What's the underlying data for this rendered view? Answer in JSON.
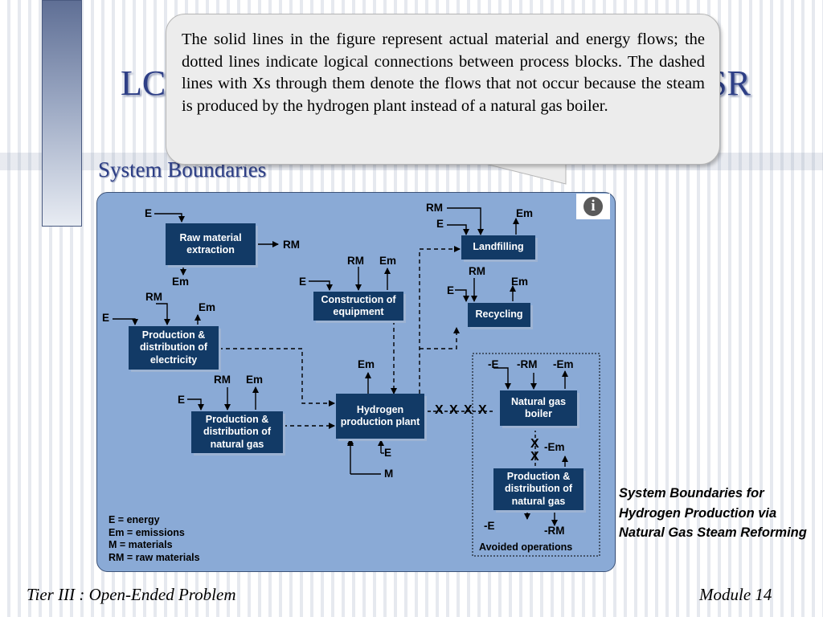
{
  "slide": {
    "title_left": "LC",
    "title_right": "SR",
    "subtitle": "System Boundaries",
    "callout_text": "The solid lines in the figure represent actual material and energy flows; the dotted lines indicate logical connections between process blocks. The dashed lines with Xs through them denote the flows that not occur because the steam is produced by the hydrogen plant instead of a natural gas boiler.",
    "footer_left": "Tier III : Open-Ended Problem",
    "footer_right": "Module 14",
    "caption": "System Boundaries for Hydrogen Production via Natural Gas Steam Reforming",
    "info_icon": "i"
  },
  "diagram": {
    "boxes": {
      "raw": "Raw material extraction",
      "elec": "Production & distribution of electricity",
      "ngprod": "Production & distribution of natural gas",
      "constr": "Construction of equipment",
      "h2": "Hydrogen production plant",
      "landfill": "Landfilling",
      "recycle": "Recycling",
      "boiler": "Natural gas boiler",
      "avoid_ng": "Production & distribution of natural gas"
    },
    "flow_labels": {
      "E": "E",
      "Em": "Em",
      "RM": "RM",
      "M": "M",
      "neg_E": "-E",
      "neg_RM": "-RM",
      "neg_Em": "-Em",
      "x": "X"
    },
    "legend": {
      "line1": "E = energy",
      "line2": "Em = emissions",
      "line3": "M = materials",
      "line4": "RM = raw materials"
    },
    "avoided_label": "Avoided operations"
  },
  "colors": {
    "panel": "#8aaad6",
    "box": "#123a66",
    "title": "#2e3f86"
  }
}
